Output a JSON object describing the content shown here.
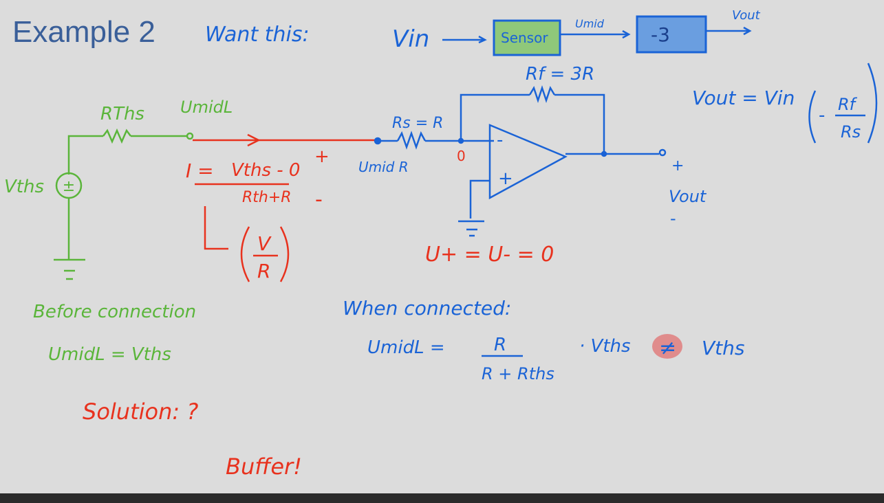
{
  "slide": {
    "title": "Example 2",
    "want_this": "Want this:",
    "block_diagram": {
      "input": "Vin",
      "sensor_block": "Sensor",
      "mid_label": "Umid",
      "gain_block": "-3",
      "output": "Vout"
    },
    "left_circuit": {
      "resistor_label": "RThs",
      "node_label": "UmidL",
      "source_label": "Vths",
      "source_symbol": "±",
      "before_heading": "Before connection",
      "before_equation": "UmidL = Vths"
    },
    "current": {
      "lhs": "I =",
      "numerator": "Vths - 0",
      "denominator": "Rth+R",
      "plus_sign": "+",
      "minus_sign": "-",
      "units_num": "V",
      "units_den": "R"
    },
    "amplifier": {
      "rf_label": "Rf = 3R",
      "rs_label": "Rs = R",
      "node_zero": "0",
      "node_label": "Umid R",
      "minus_input": "-",
      "plus_input": "+",
      "out_plus": "+",
      "out_label": "Vout",
      "out_minus": "-",
      "formula_lhs": "Vout = Vin",
      "formula_minus": "-",
      "formula_num": "Rf",
      "formula_den": "Rs",
      "virtual_ground": "U+ = U- = 0"
    },
    "connected": {
      "heading": "When connected:",
      "lhs": "UmidL =",
      "num": "R",
      "den": "R + Rths",
      "times": "· Vths",
      "neq": "≠",
      "rhs": "Vths"
    },
    "solution_label": "Solution: ?",
    "buffer_label": "Buffer!"
  },
  "colors": {
    "blue": "#1a63d6",
    "green": "#5ab53a",
    "red": "#e8321e",
    "title": "#3a5f99",
    "sensor_fill": "#8fc87a",
    "gain_fill": "#6a9ee0",
    "highlight": "#e08c8c"
  }
}
